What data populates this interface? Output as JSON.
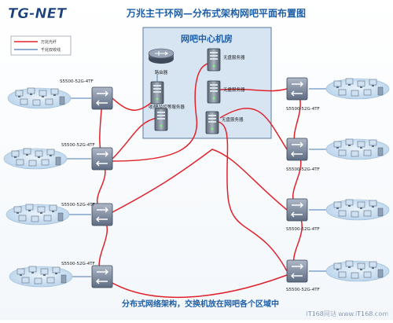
{
  "logo": "TG-NET",
  "title": "万兆主干环网—分布式架构网吧平面布置图",
  "legend": {
    "fiber_label": "万兆光纤",
    "copper_label": "千兆双绞线"
  },
  "room": {
    "title": "网吧中心机房",
    "router_label": "路由器",
    "billing_label": "收费\\监控等服务器",
    "diskless_label": "无盘服务器"
  },
  "switch_model": "S5500-52G-4TF",
  "caption": "分布式网络架构，交换机放在网吧各个区域中",
  "watermark": "IT168网站 www.IT168.com",
  "colors": {
    "fiber": "#e0222b",
    "copper": "#4a78b5",
    "room_fill": "#d7e5f3",
    "title": "#1d5ea8",
    "caption": "#1d5ea8"
  }
}
